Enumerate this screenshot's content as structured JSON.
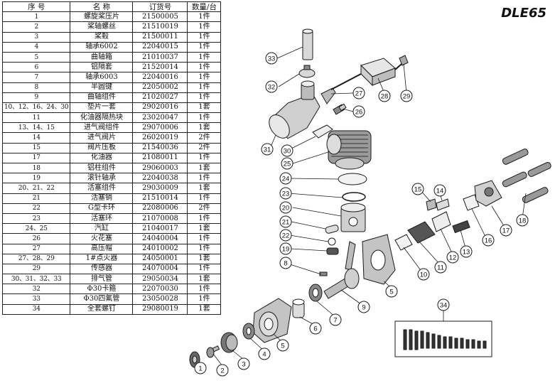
{
  "model_title": "DLE65",
  "table": {
    "headers": [
      "序  号",
      "名  称",
      "订货号",
      "数量/台"
    ],
    "rows": [
      [
        "1",
        "螺旋桨压片",
        "21500005",
        "1件"
      ],
      [
        "2",
        "桨轴螺丝",
        "21510019",
        "1件"
      ],
      [
        "3",
        "桨毂",
        "21500011",
        "1件"
      ],
      [
        "4",
        "轴承6002",
        "22040015",
        "1件"
      ],
      [
        "5",
        "曲轴箱",
        "21010037",
        "1件"
      ],
      [
        "6",
        "铝隔套",
        "21520014",
        "1件"
      ],
      [
        "7",
        "轴承6003",
        "22040016",
        "1件"
      ],
      [
        "8",
        "半圆键",
        "22050002",
        "1件"
      ],
      [
        "9",
        "曲轴组件",
        "21020027",
        "1件"
      ],
      [
        "10、12、16、24、30",
        "垫片一套",
        "29020016",
        "1套"
      ],
      [
        "11",
        "化油器隔热块",
        "23020047",
        "1件"
      ],
      [
        "13、14、15",
        "进气阀组件",
        "29070006",
        "1套"
      ],
      [
        "14",
        "进气阀片",
        "26020019",
        "2件"
      ],
      [
        "15",
        "阀片压板",
        "21540036",
        "2件"
      ],
      [
        "17",
        "化油器",
        "21080011",
        "1件"
      ],
      [
        "18",
        "铝柱组件",
        "29060003",
        "1套"
      ],
      [
        "19",
        "滚针轴承",
        "22040038",
        "1件"
      ],
      [
        "20、21、22",
        "活塞组件",
        "29030009",
        "1套"
      ],
      [
        "21",
        "活塞销",
        "21510014",
        "1件"
      ],
      [
        "22",
        "G型卡环",
        "22080006",
        "2件"
      ],
      [
        "23",
        "活塞环",
        "21070008",
        "1件"
      ],
      [
        "24、25",
        "汽缸",
        "21040017",
        "1套"
      ],
      [
        "26",
        "火花塞",
        "24040004",
        "1件"
      ],
      [
        "27",
        "高压帽",
        "24010002",
        "1件"
      ],
      [
        "27、28、29",
        "1#点火器",
        "24050001",
        "1套"
      ],
      [
        "29",
        "传感器",
        "24070004",
        "1件"
      ],
      [
        "30、31、32、33",
        "排气管",
        "29050034",
        "1套"
      ],
      [
        "32",
        "Φ30卡箍",
        "22070030",
        "1件"
      ],
      [
        "33",
        "Φ30四氟管",
        "23050028",
        "1件"
      ],
      [
        "34",
        "全套螺钉",
        "29080019",
        "1套"
      ]
    ]
  },
  "callouts": [
    "1",
    "2",
    "3",
    "4",
    "5",
    "5",
    "6",
    "7",
    "8",
    "9",
    "10",
    "11",
    "12",
    "13",
    "14",
    "15",
    "16",
    "17",
    "18",
    "19",
    "20",
    "21",
    "22",
    "23",
    "24",
    "25",
    "26",
    "27",
    "28",
    "29",
    "30",
    "31",
    "32",
    "33",
    "34"
  ],
  "colors": {
    "line": "#1a1a1a",
    "part_fill": "#d8d8d8",
    "part_dark": "#555555",
    "bg": "#ffffff"
  }
}
